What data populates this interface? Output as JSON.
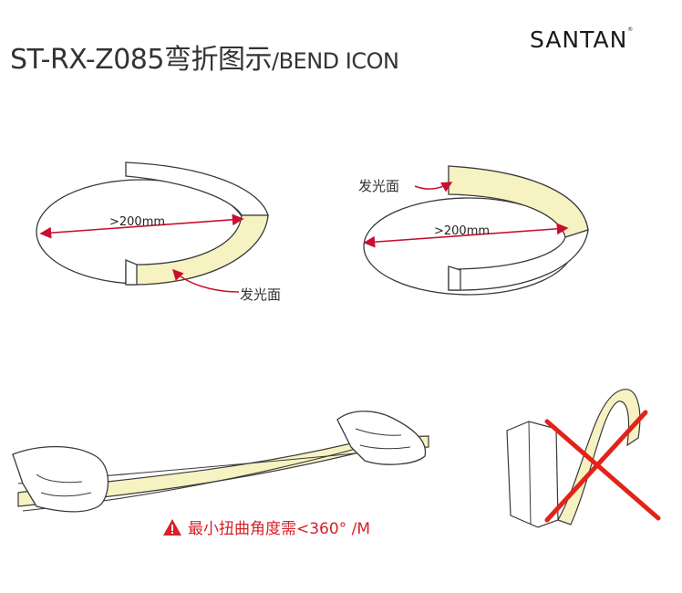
{
  "header": {
    "title_cn": "ST-RX-Z085弯折图示",
    "title_en": "/BEND ICON",
    "brand": "SANTAN"
  },
  "diagram_left": {
    "dimension": ">200mm",
    "emitting_face_label": "发光面"
  },
  "diagram_right": {
    "dimension": ">200mm",
    "emitting_face_label": "发光面"
  },
  "twist": {
    "warning": "最小扭曲角度需<360° /M"
  },
  "colors": {
    "emitting_face": "#f6f2c2",
    "outline": "#3a3a3a",
    "arrow": "#c8102e",
    "cross": "#e2231a",
    "warning_text": "#d62128"
  }
}
